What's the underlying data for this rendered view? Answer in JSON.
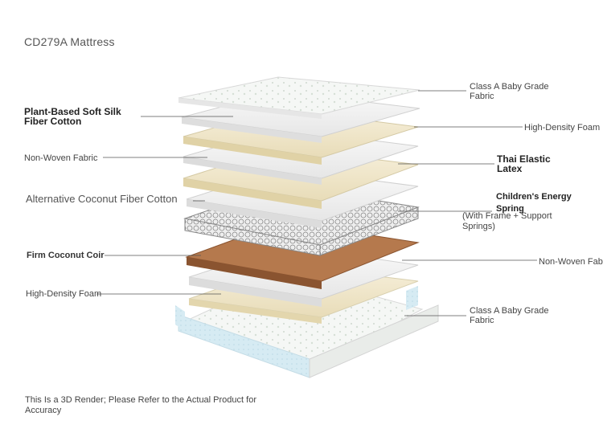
{
  "title": "CD279A Mattress",
  "left_labels": [
    {
      "name": "label-plant-based-silk",
      "text": "Plant-Based Soft Silk\nFiber Cotton"
    },
    {
      "name": "label-non-woven-left",
      "text": "Non-Woven Fabric"
    },
    {
      "name": "label-coconut-fiber-cotton",
      "text": "Alternative Coconut Fiber Cotton"
    },
    {
      "name": "label-firm-coconut-coir",
      "text": "Firm Coconut Coir"
    },
    {
      "name": "label-high-density-foam-left",
      "text": "High-Density Foam"
    }
  ],
  "right_labels": [
    {
      "name": "label-class-a-top",
      "text": "Class A Baby Grade\nFabric"
    },
    {
      "name": "label-high-density-foam-right",
      "text": "High-Density Foam"
    },
    {
      "name": "label-thai-latex",
      "text": "Thai Elastic\nLatex"
    },
    {
      "name": "label-energy-spring",
      "text": "Children's Energy\nSpring"
    },
    {
      "name": "label-spring-sub",
      "text": "(With Frame + Support\nSprings)"
    },
    {
      "name": "label-non-woven-right",
      "text": "Non-Woven Fab"
    },
    {
      "name": "label-class-a-bottom",
      "text": "Class A Baby Grade\nFabric"
    }
  ],
  "note": "This Is a 3D Render; Please Refer to the Actual Product for Accuracy",
  "colors": {
    "fabric": "#f3f4f3",
    "foam": "#f4ecd4",
    "latex": "#efe5c5",
    "coir": "#a0663f",
    "spring": "#9a9a9a",
    "baby_fabric_blue": "#cfe6ef"
  }
}
